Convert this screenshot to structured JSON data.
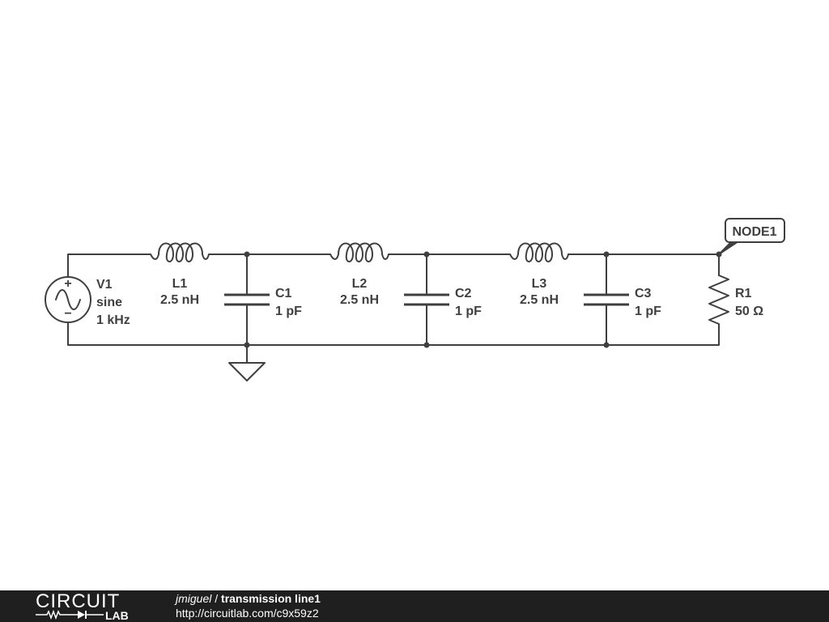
{
  "schematic": {
    "components": {
      "V1": {
        "name": "V1",
        "type": "sine",
        "freq": "1 kHz",
        "plus": "+",
        "minus": "−"
      },
      "L1": {
        "name": "L1",
        "value": "2.5 nH"
      },
      "L2": {
        "name": "L2",
        "value": "2.5 nH"
      },
      "L3": {
        "name": "L3",
        "value": "2.5 nH"
      },
      "C1": {
        "name": "C1",
        "value": "1 pF"
      },
      "C2": {
        "name": "C2",
        "value": "1 pF"
      },
      "C3": {
        "name": "C3",
        "value": "1 pF"
      },
      "R1": {
        "name": "R1",
        "value": "50 Ω"
      }
    },
    "node_label": "NODE1"
  },
  "footer": {
    "logo_text": "CIRCUIT",
    "logo_sub": "LAB",
    "user": "jmiguel",
    "separator": " / ",
    "title": "transmission line1",
    "url": "http://circuitlab.com/c9x59z2"
  },
  "colors": {
    "wire": "#3f3f3f",
    "footer_bg": "#1f1f1f",
    "footer_text": "#ffffff"
  }
}
